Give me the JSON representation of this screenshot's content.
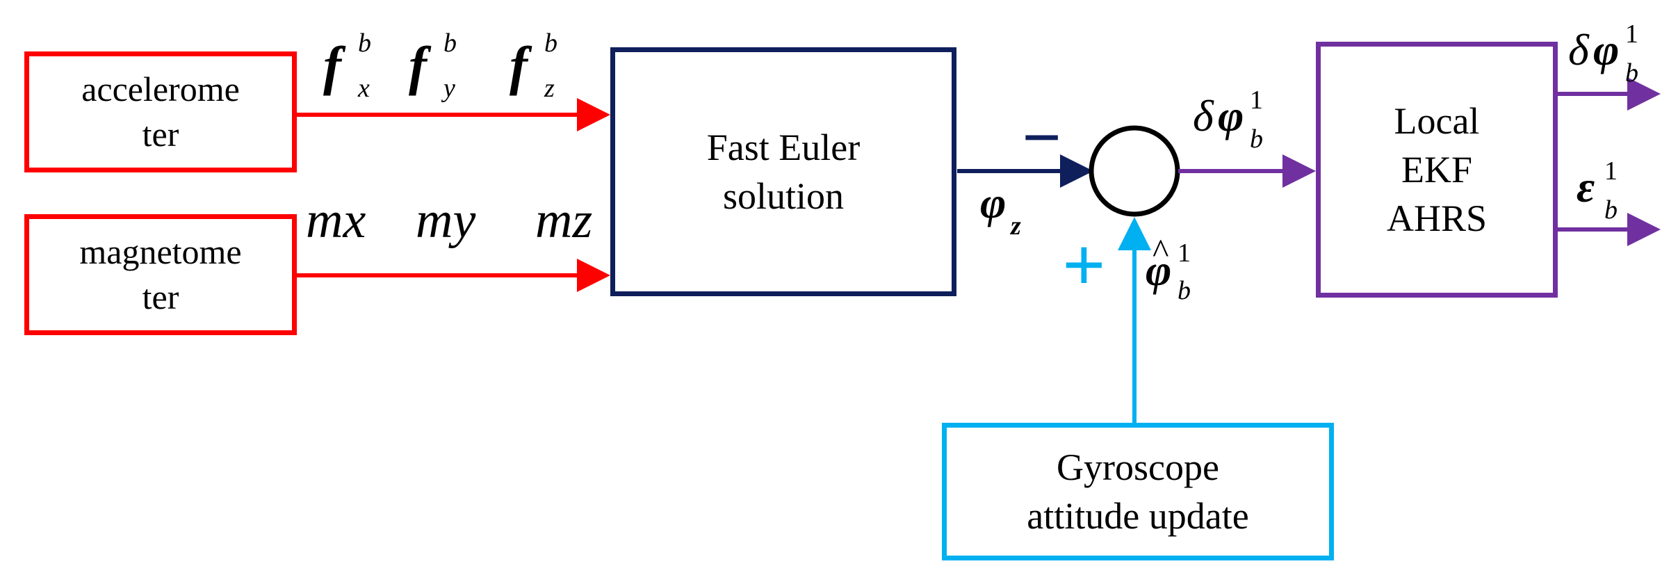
{
  "blocks": {
    "accelerometer": "accelerome\nter",
    "magnetometer": "magnetome\nter",
    "fast_euler": "Fast Euler\nsolution",
    "local_ekf": "Local\nEKF\nAHRS",
    "gyroscope": "Gyroscope\nattitude update"
  },
  "signals": {
    "accel_base": "f",
    "accel_sup": "b",
    "accel_subs": [
      "x",
      "y",
      "z"
    ],
    "mag_labels": [
      "mx",
      "my",
      "mz"
    ],
    "phi_z_base": "φ",
    "phi_z_sub": "z",
    "delta_phi_prefix": "δ",
    "delta_phi_base": "φ",
    "delta_phi_sup": "1",
    "delta_phi_sub": "b",
    "eps_base": "ε",
    "eps_sup": "1",
    "eps_sub": "b",
    "phi_hat_base": "φ",
    "phi_hat_accent": "^",
    "phi_hat_sup": "1",
    "phi_hat_sub": "b"
  },
  "summing_junction": {
    "minus_sign": "−",
    "plus_sign": "+"
  },
  "colors": {
    "sensor": "#ff0000",
    "fast_euler": "#0f1f5c",
    "ekf": "#7030a0",
    "gyro": "#00b0f0"
  }
}
